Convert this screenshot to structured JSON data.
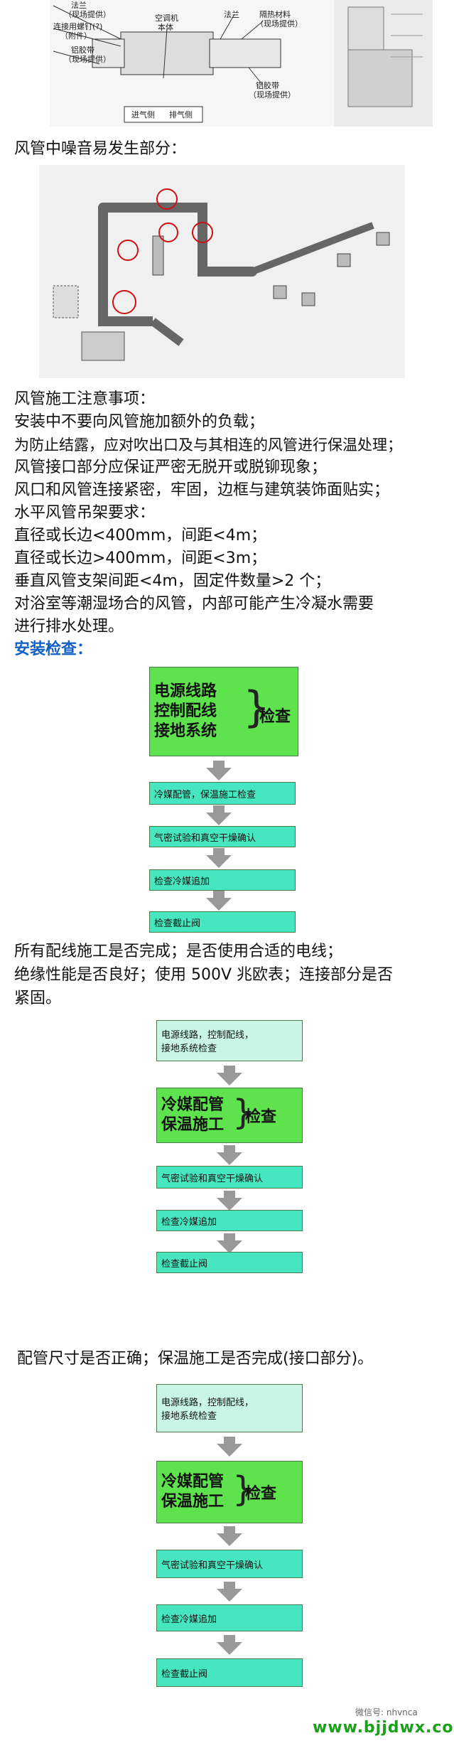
{
  "fig1": {
    "labels_left": [
      "法兰",
      "（现场提供）",
      "连接用螺钉(?)",
      "（附件）",
      "铝胶带",
      "（现场提供）"
    ],
    "labels_center": [
      "空调机",
      "本体"
    ],
    "labels_right": [
      "法兰",
      "隔热材料",
      "（现场提供）",
      "铝胶带",
      "（现场提供）"
    ],
    "labels_bottom": [
      "进气侧",
      "排气侧"
    ]
  },
  "noise_heading": "风管中噪音易发生部分：",
  "notes": {
    "heading": "风管施工注意事项：",
    "lines": [
      "安装中不要向风管施加额外的负载；",
      "为防止结露，应对吹出口及与其相连的风管进行保温处理；",
      "风管接口部分应保证严密无脱开或脱铆现象；",
      "风口和风管连接紧密，牢固，边框与建筑装饰面贴实；",
      "水平风管吊架要求：",
      "直径或长边<400mm，间距<4m；",
      "直径或长边>400mm，间距<3m；",
      "垂直风管支架间距<4m，固定件数量>2 个；",
      "对浴室等潮湿场合的风管，内部可能产生冷凝水需要",
      "进行排水处理。"
    ]
  },
  "install_check": "安装检查：",
  "flow1": {
    "big": [
      "电源线路",
      "控制配线",
      "接地系统"
    ],
    "check": "检查",
    "steps": [
      "冷媒配管，保温施工检查",
      "气密试验和真空干燥确认",
      "检查冷媒追加",
      "检查截止阀"
    ]
  },
  "text2": [
    "所有配线施工是否完成；是否使用合适的电线；",
    "绝缘性能是否良好；使用 500V 兆欧表；连接部分是否",
    "紧固。"
  ],
  "flow2": {
    "top": [
      "电源线路，控制配线，",
      "接地系统检查"
    ],
    "big": [
      "冷媒配管",
      "保温施工"
    ],
    "check": "检查",
    "steps": [
      "气密试验和真空干燥确认",
      "检查冷媒追加",
      "检查截止阀"
    ]
  },
  "text3": "配管尺寸是否正确；保温施工是否完成(接口部分)。",
  "flow3": {
    "top": [
      "电源线路，控制配线，",
      "接地系统检查"
    ],
    "big": [
      "冷媒配管",
      "保温施工"
    ],
    "check": "检查",
    "steps": [
      "气密试验和真空干燥确认",
      "检查冷媒追加",
      "检查截止阀"
    ]
  },
  "watermark": "微信号: nhvnca",
  "brand": "www.bjjdwx.com"
}
